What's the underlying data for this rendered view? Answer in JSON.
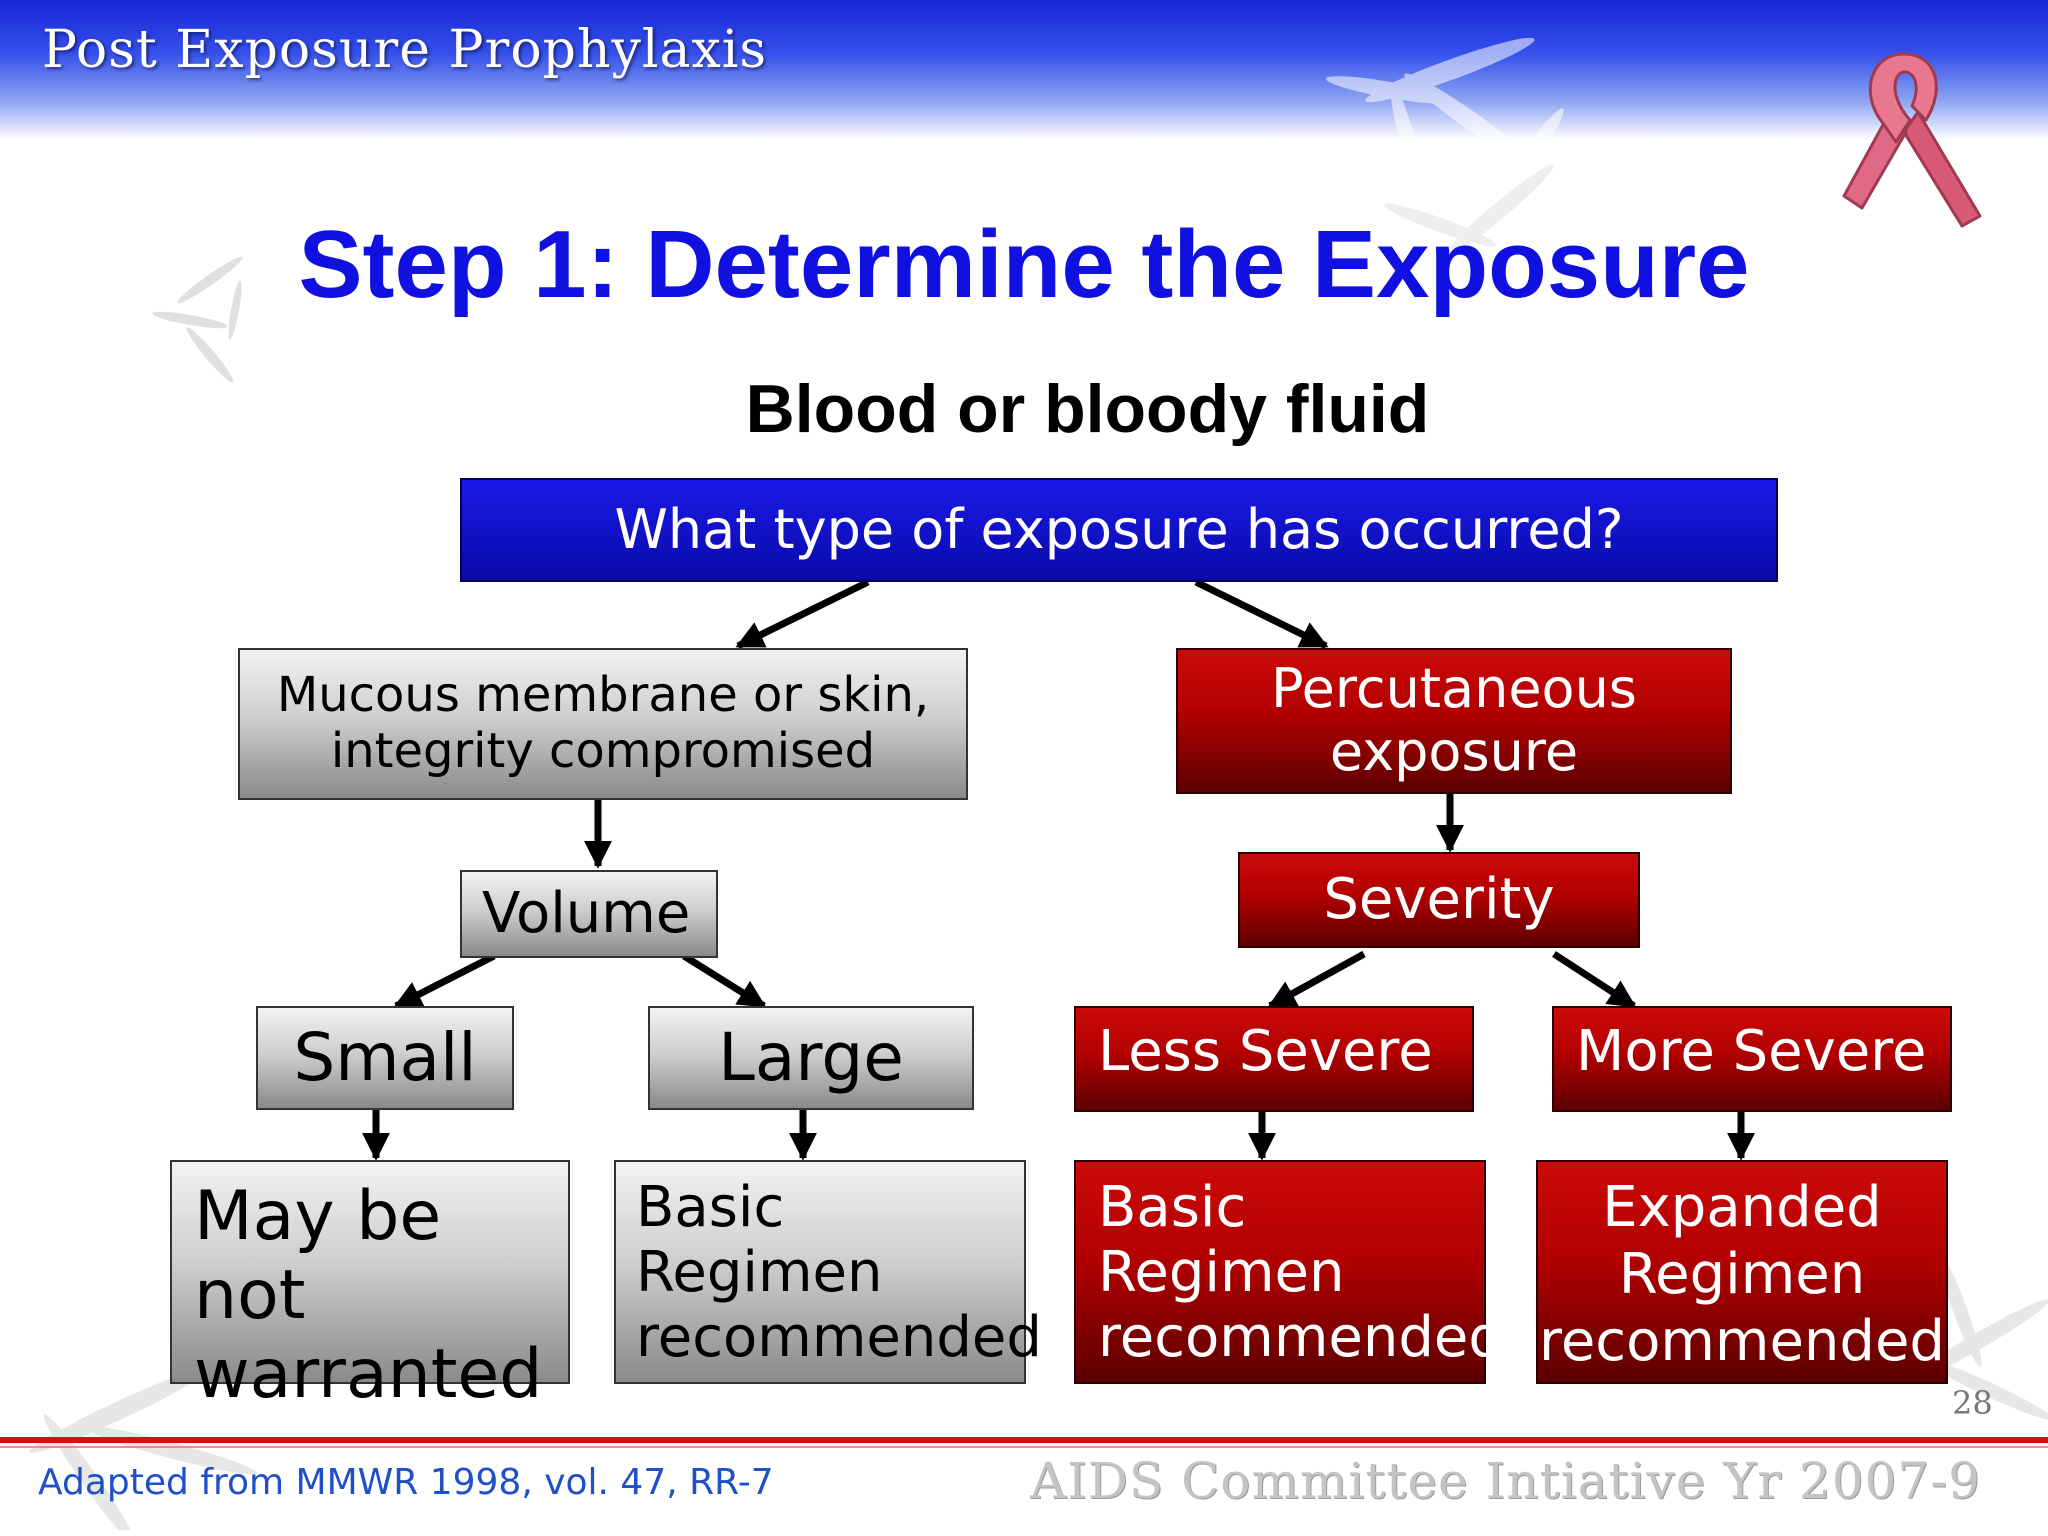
{
  "header": {
    "title": "Post Exposure Prophylaxis"
  },
  "title": "Step 1: Determine the Exposure",
  "subtitle": "Blood or bloody fluid",
  "flowchart": {
    "question": "What type of exposure has occurred?",
    "left": {
      "type_line1": "Mucous membrane or skin,",
      "type_line2": "integrity compromised",
      "criterion": "Volume",
      "small": "Small",
      "large": "Large",
      "small_outcome_line1": "May be not",
      "small_outcome_line2": "warranted",
      "large_outcome_line1": "Basic Regimen",
      "large_outcome_line2": "recommended"
    },
    "right": {
      "type_line1": "Percutaneous",
      "type_line2": "exposure",
      "criterion": "Severity",
      "less": "Less Severe",
      "more": "More Severe",
      "less_outcome_line1": "Basic Regimen",
      "less_outcome_line2": "recommended",
      "more_outcome_line1": "Expanded",
      "more_outcome_line2": "Regimen",
      "more_outcome_line3": "recommended"
    }
  },
  "footer": {
    "source": "Adapted from MMWR 1998, vol. 47, RR-7",
    "org": "AIDS Committee Intiative Yr 2007-9",
    "page_number": "28"
  },
  "colors": {
    "title_blue": "#1010e0",
    "question_box": "#0a0ab8",
    "mucous_path": "#c8c8c8",
    "percutaneous_path": "#b00000",
    "footer_rule": "#d80f0f",
    "ribbon": "#e06a85"
  }
}
